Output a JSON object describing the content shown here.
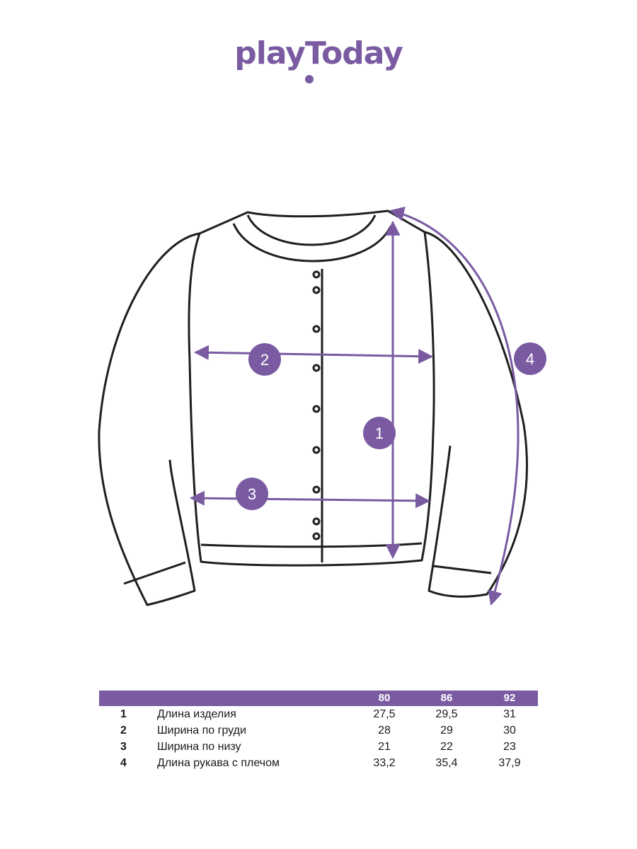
{
  "brand": {
    "name": "playToday",
    "color": "#7a5ba2"
  },
  "markers": [
    "1",
    "2",
    "3",
    "4"
  ],
  "table": {
    "sizes": [
      "80",
      "86",
      "92"
    ],
    "rows": [
      {
        "num": "1",
        "label": "Длина изделия",
        "values": [
          "27,5",
          "29,5",
          "31"
        ]
      },
      {
        "num": "2",
        "label": "Ширина по груди",
        "values": [
          "28",
          "29",
          "30"
        ]
      },
      {
        "num": "3",
        "label": "Ширина по низу",
        "values": [
          "21",
          "22",
          "23"
        ]
      },
      {
        "num": "4",
        "label": "Длина рукава с плечом",
        "values": [
          "33,2",
          "35,4",
          "37,9"
        ]
      }
    ]
  }
}
